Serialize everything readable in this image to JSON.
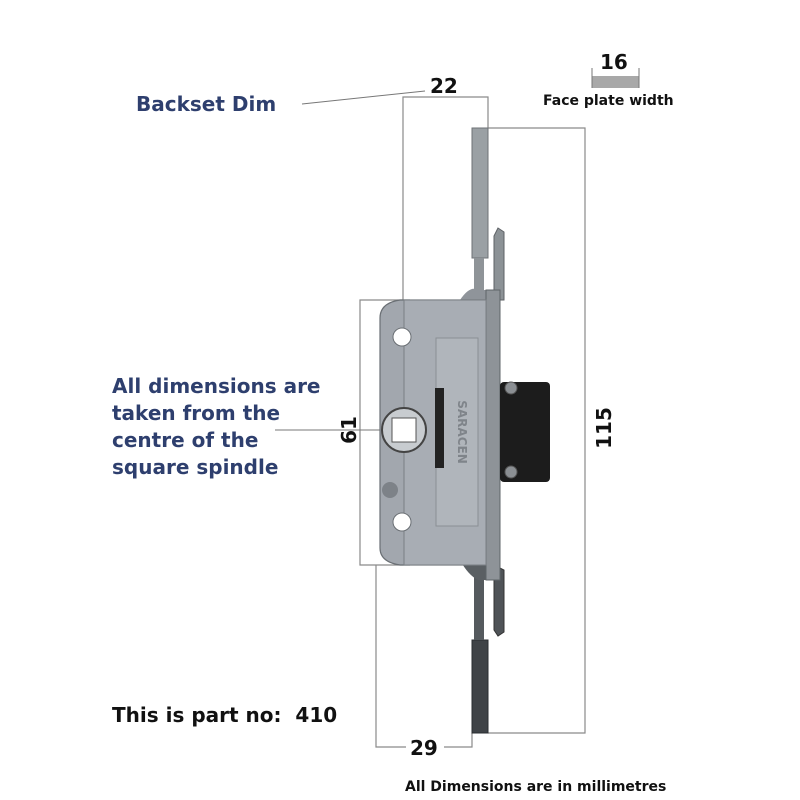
{
  "labels": {
    "backset_title": "Backset Dim",
    "backset_value": "22",
    "faceplate_value": "16",
    "faceplate_title": "Face plate width",
    "spindle_note": [
      "All dimensions are",
      "taken from the",
      "centre of the",
      "square spindle"
    ],
    "centre_height_value": "61",
    "total_length_value": "115",
    "bottom_width_value": "29",
    "part_no_text": "This is part no:  410",
    "units_note": "All Dimensions are in millimetres",
    "brand_stamp": "SARACEN"
  },
  "colors": {
    "label_blue": "#2e3f6e",
    "dimension_line": "#8a8a8a",
    "lock_body": "#9a9fa8",
    "keeper_black": "#1c1c1c",
    "faceplate_swatch": "#a8a8a8"
  },
  "dimensions_mm": {
    "backset": 22,
    "face_plate_width": 16,
    "centre_to_edge": 61,
    "overall_length": 115,
    "bottom_width": 29
  },
  "part_number": "410"
}
